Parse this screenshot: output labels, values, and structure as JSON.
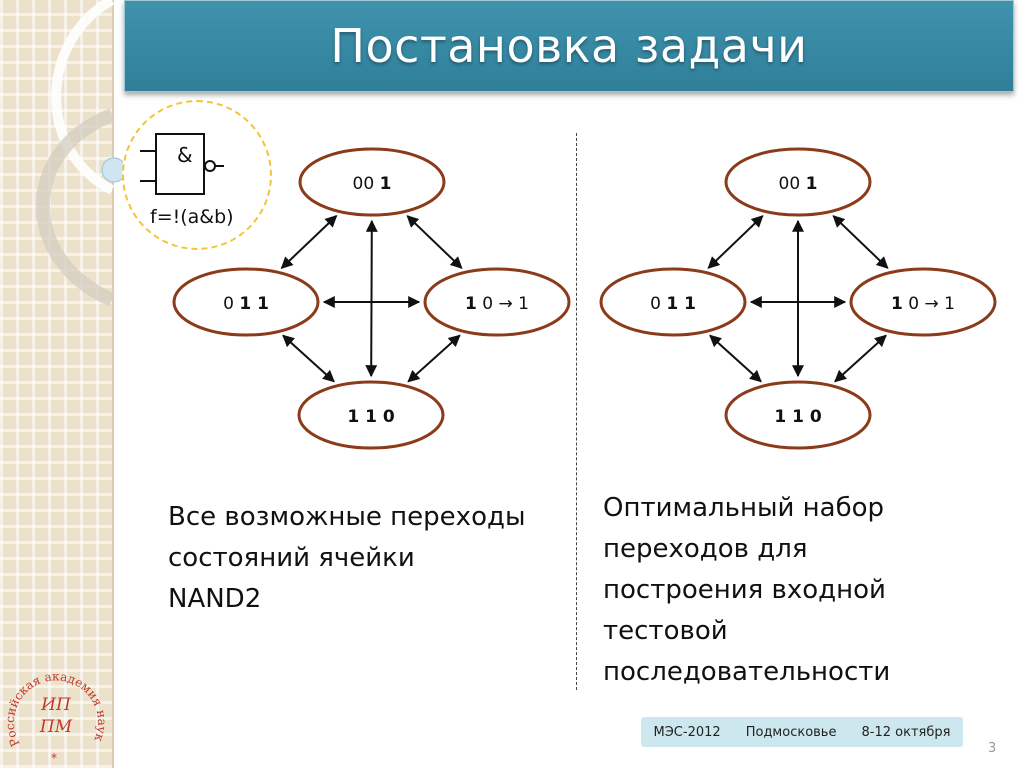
{
  "slide": {
    "title": "Постановка задачи",
    "page_number": "3"
  },
  "gate": {
    "symbol": "&",
    "formula": "f=!(a&b)"
  },
  "diagram_left": {
    "nodes": [
      {
        "id": "n00",
        "prefix": "00 ",
        "bold": "",
        "suffix": " 1"
      },
      {
        "id": "n01",
        "prefix": "0 ",
        "bold": "1",
        "suffix": " 1"
      },
      {
        "id": "n10",
        "prefix": "",
        "bold": "1",
        "suffix": " 0 → 1"
      },
      {
        "id": "n11",
        "prefix": "",
        "bold": "1 1",
        "suffix": " 0"
      }
    ],
    "edges": [
      [
        "n00",
        "n01"
      ],
      [
        "n00",
        "n10"
      ],
      [
        "n00",
        "n11"
      ],
      [
        "n01",
        "n10"
      ],
      [
        "n01",
        "n11"
      ],
      [
        "n10",
        "n11"
      ]
    ]
  },
  "diagram_right": {
    "nodes": [
      {
        "id": "n00",
        "prefix": "00 ",
        "bold": "",
        "suffix": " 1"
      },
      {
        "id": "n01",
        "prefix": "0 ",
        "bold": "1",
        "suffix": " 1"
      },
      {
        "id": "n10",
        "prefix": "",
        "bold": "1",
        "suffix": " 0 → 1"
      },
      {
        "id": "n11",
        "prefix": "",
        "bold": "1 1",
        "suffix": " 0"
      }
    ],
    "edges": [
      [
        "n00",
        "n01"
      ],
      [
        "n00",
        "n10"
      ],
      [
        "n00",
        "n11"
      ],
      [
        "n01",
        "n10"
      ],
      [
        "n01",
        "n11"
      ],
      [
        "n10",
        "n11"
      ]
    ]
  },
  "captions": {
    "left": [
      "Все возможные переходы",
      "состояний ячейки",
      "NAND2"
    ],
    "right": [
      "Оптимальный набор",
      "переходов для",
      "построения входной",
      "тестовой",
      "последовательности"
    ]
  },
  "footer": {
    "conference": "МЭС-2012",
    "place": "Подмосковье",
    "dates": "8-12 октября"
  },
  "logo": {
    "ring_text": "Российская академия наук",
    "monogram": [
      "ИП",
      "ПМ"
    ]
  },
  "colors": {
    "title_bar": "#3a8aa4",
    "node_border": "#8b3a1a",
    "gate_dashed_circle": "#f3c533",
    "footer_box": "#cde7ef",
    "logo": "#c0392b"
  }
}
